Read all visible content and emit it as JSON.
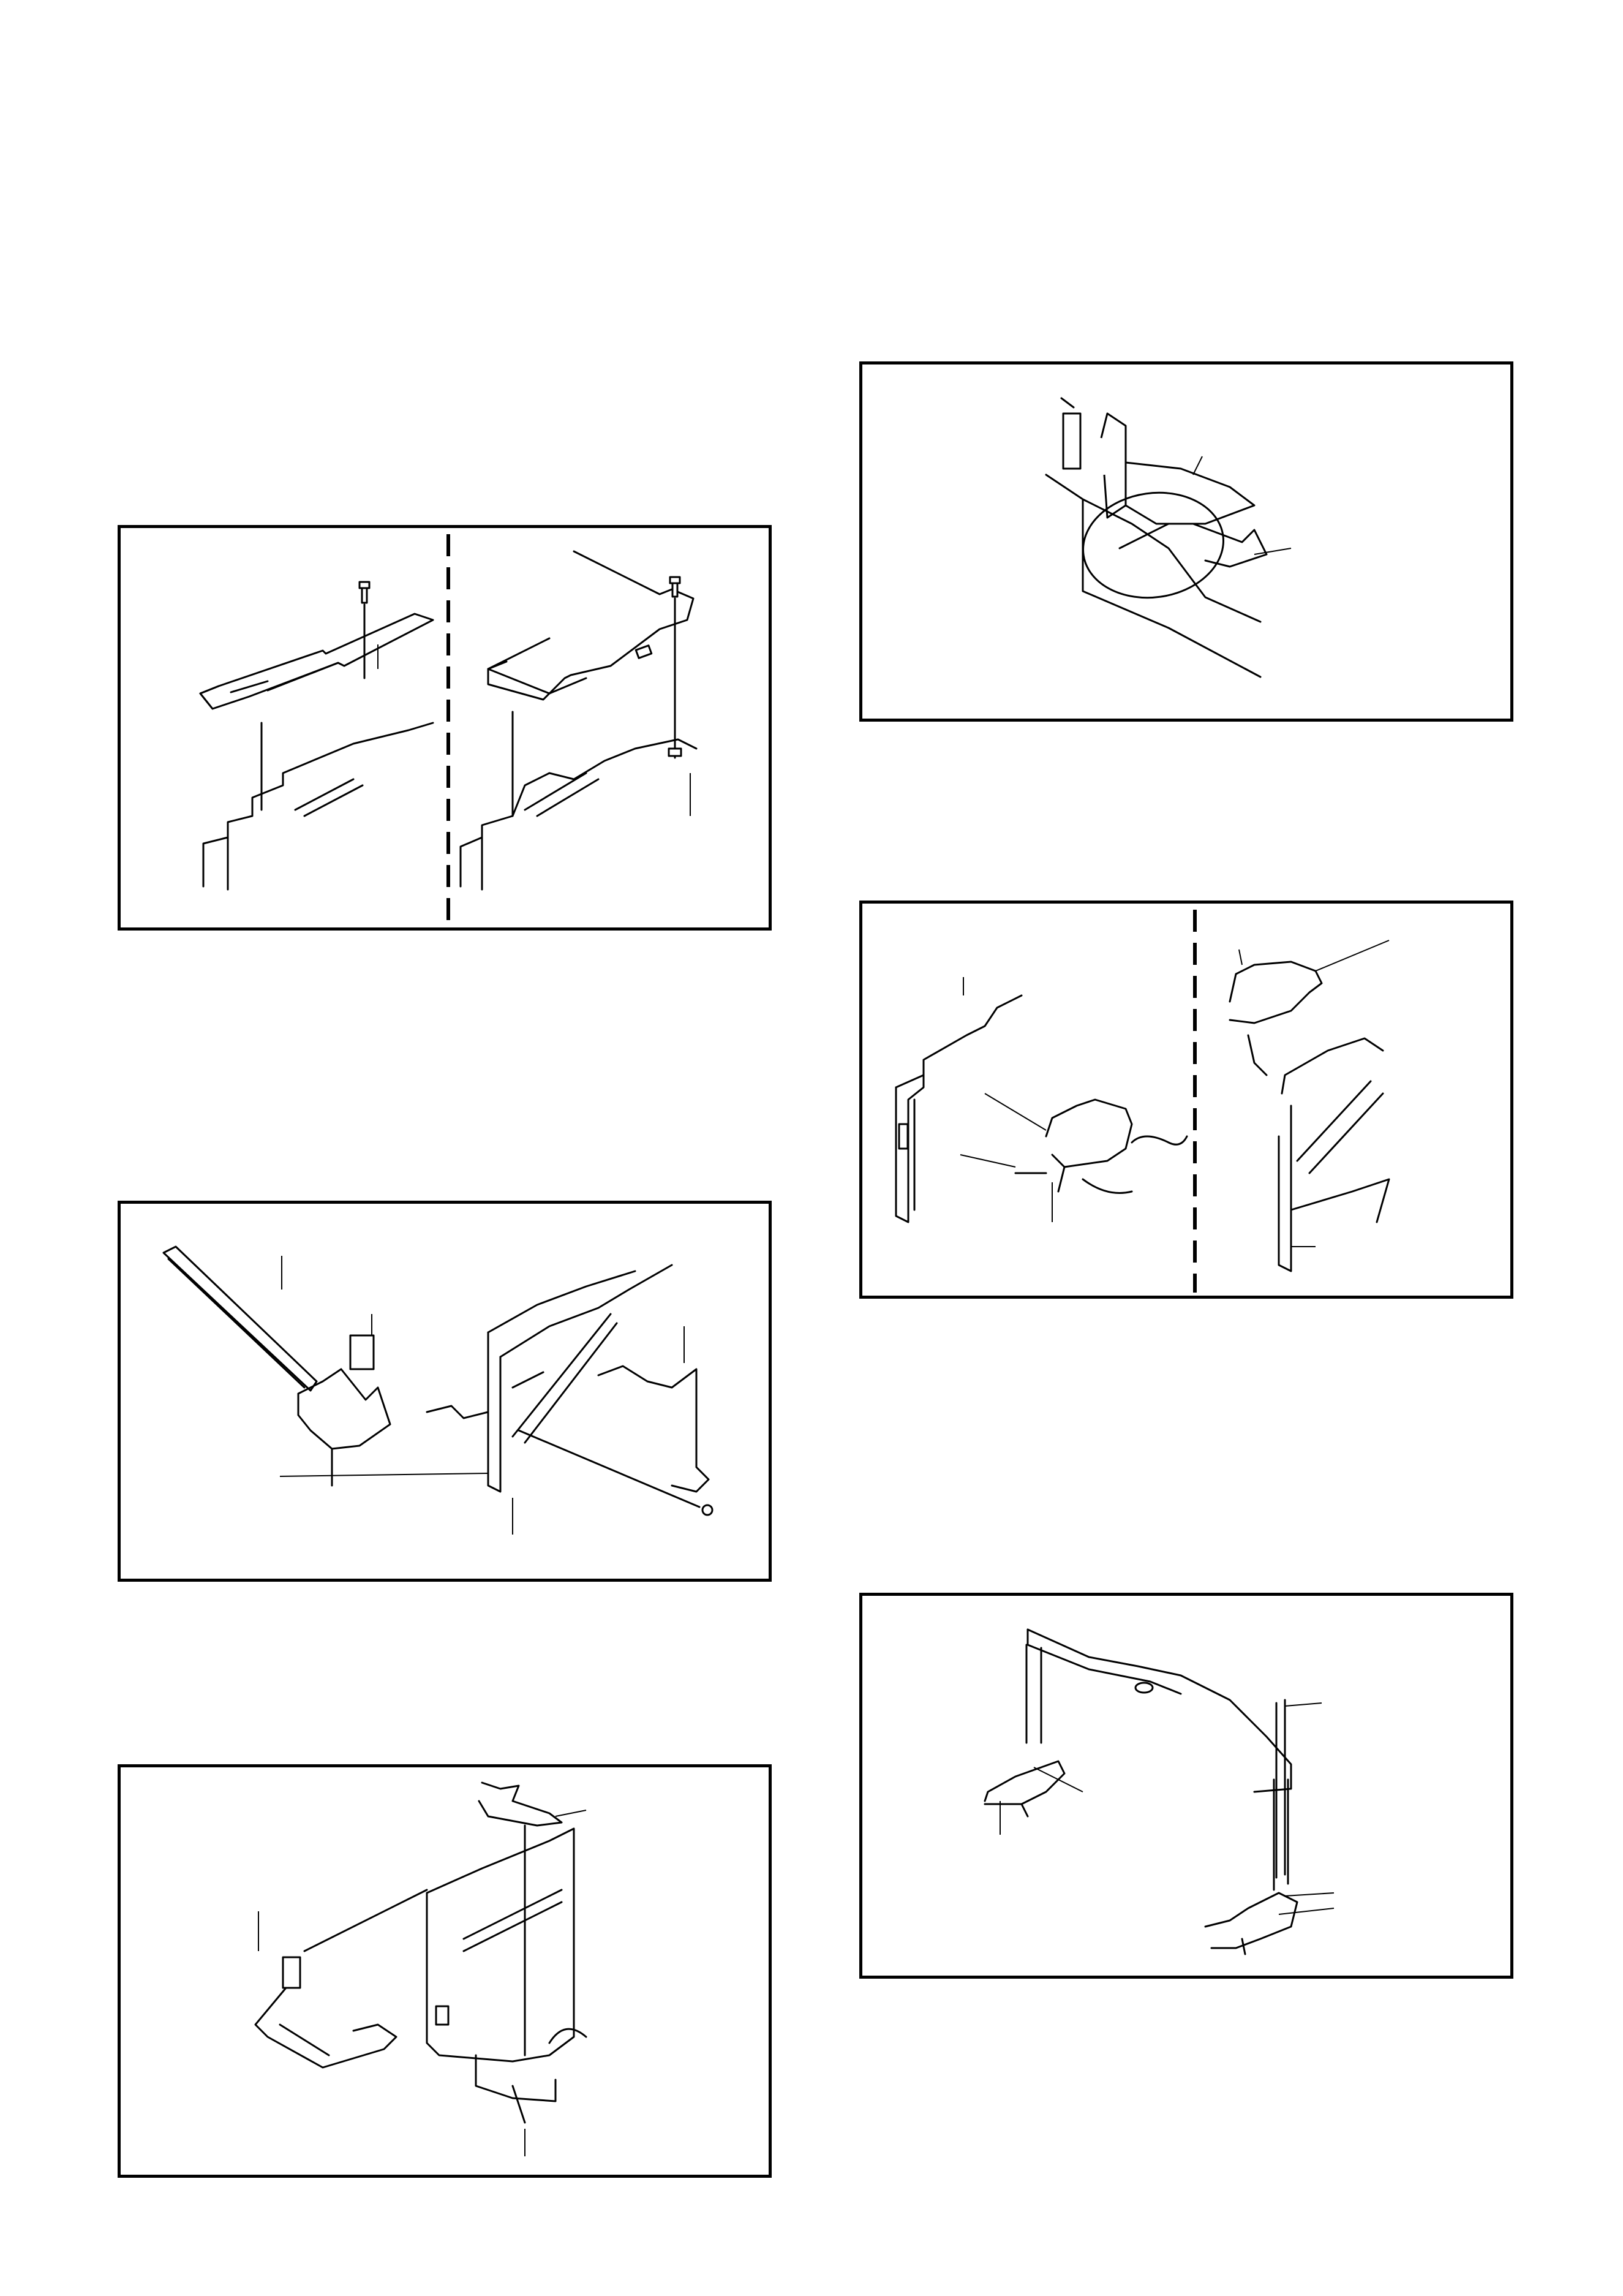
{
  "page": {
    "background": "#ffffff",
    "line_color": "#000000"
  },
  "figures": [
    {
      "id": "fig-top-cover-screws",
      "split_view": true,
      "callouts": 3
    },
    {
      "id": "fig-front-panel-bracket",
      "split_view": false,
      "callouts": 4
    },
    {
      "id": "fig-side-bracket-gear",
      "split_view": false,
      "callouts": 3
    },
    {
      "id": "fig-lever-detail",
      "split_view": false,
      "callouts": 2
    },
    {
      "id": "fig-holder-assembly",
      "split_view": true,
      "callouts": 4
    },
    {
      "id": "fig-main-frame",
      "split_view": false,
      "callouts": 5
    }
  ]
}
